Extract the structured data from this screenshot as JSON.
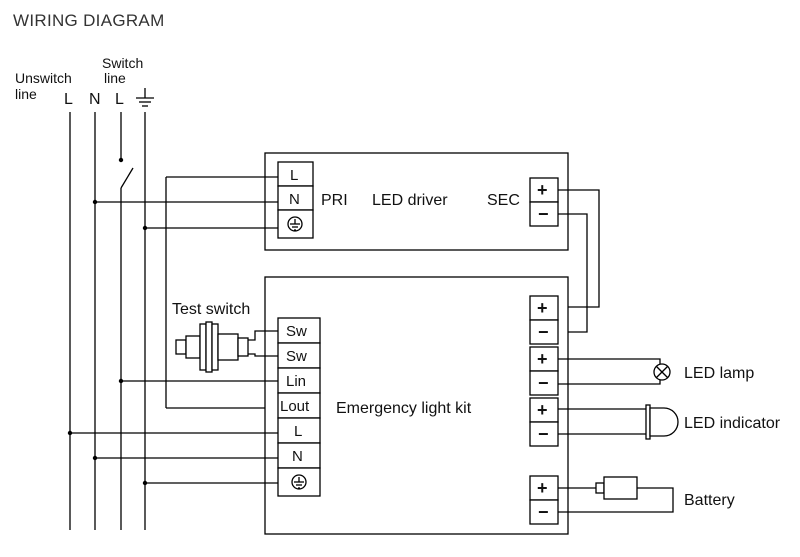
{
  "title": "WIRING DIAGRAM",
  "mains": {
    "unswitch_line": [
      "Unswitch",
      "line"
    ],
    "switch_line": [
      "Switch",
      "line"
    ],
    "line_labels": [
      "L",
      "N",
      "L"
    ],
    "earth_icon": "earth-ground-icon"
  },
  "driver": {
    "pri_label": "PRI",
    "name": "LED driver",
    "sec_label": "SEC",
    "terminals": [
      "L",
      "N"
    ],
    "out_terminals": [
      "+",
      "−"
    ]
  },
  "kit": {
    "name": "Emergency light kit",
    "terminals": [
      "Sw",
      "Sw",
      "Lin",
      "Lout",
      "L",
      "N"
    ],
    "right_terminals": [
      "+",
      "−",
      "+",
      "−",
      "+",
      "−",
      "+",
      "−"
    ]
  },
  "test_switch_label": "Test switch",
  "loads": {
    "lamp": "LED lamp",
    "indicator": "LED indicator",
    "battery": "Battery"
  }
}
